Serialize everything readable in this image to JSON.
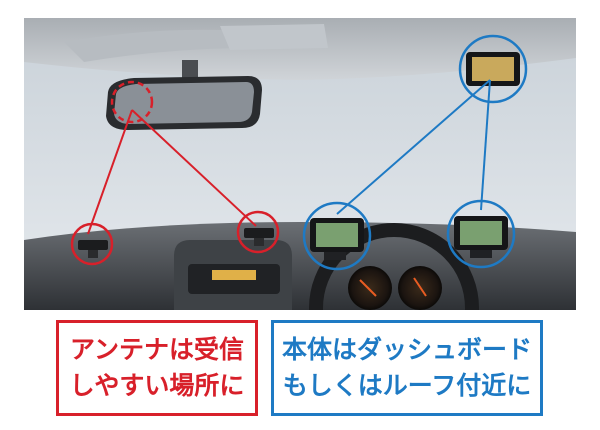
{
  "colors": {
    "antenna_accent": "#d8202a",
    "unit_accent": "#1e7ac4",
    "background": "#ffffff"
  },
  "icons": {
    "antenna": "rooftop-antenna-icon",
    "device": "radar-detector-unit-icon"
  },
  "caption_left": {
    "line1": "アンテナは受信",
    "line2": "しやすい場所に"
  },
  "caption_right": {
    "line1": "本体はダッシュボード",
    "line2": "もしくはルーフ付近に"
  }
}
